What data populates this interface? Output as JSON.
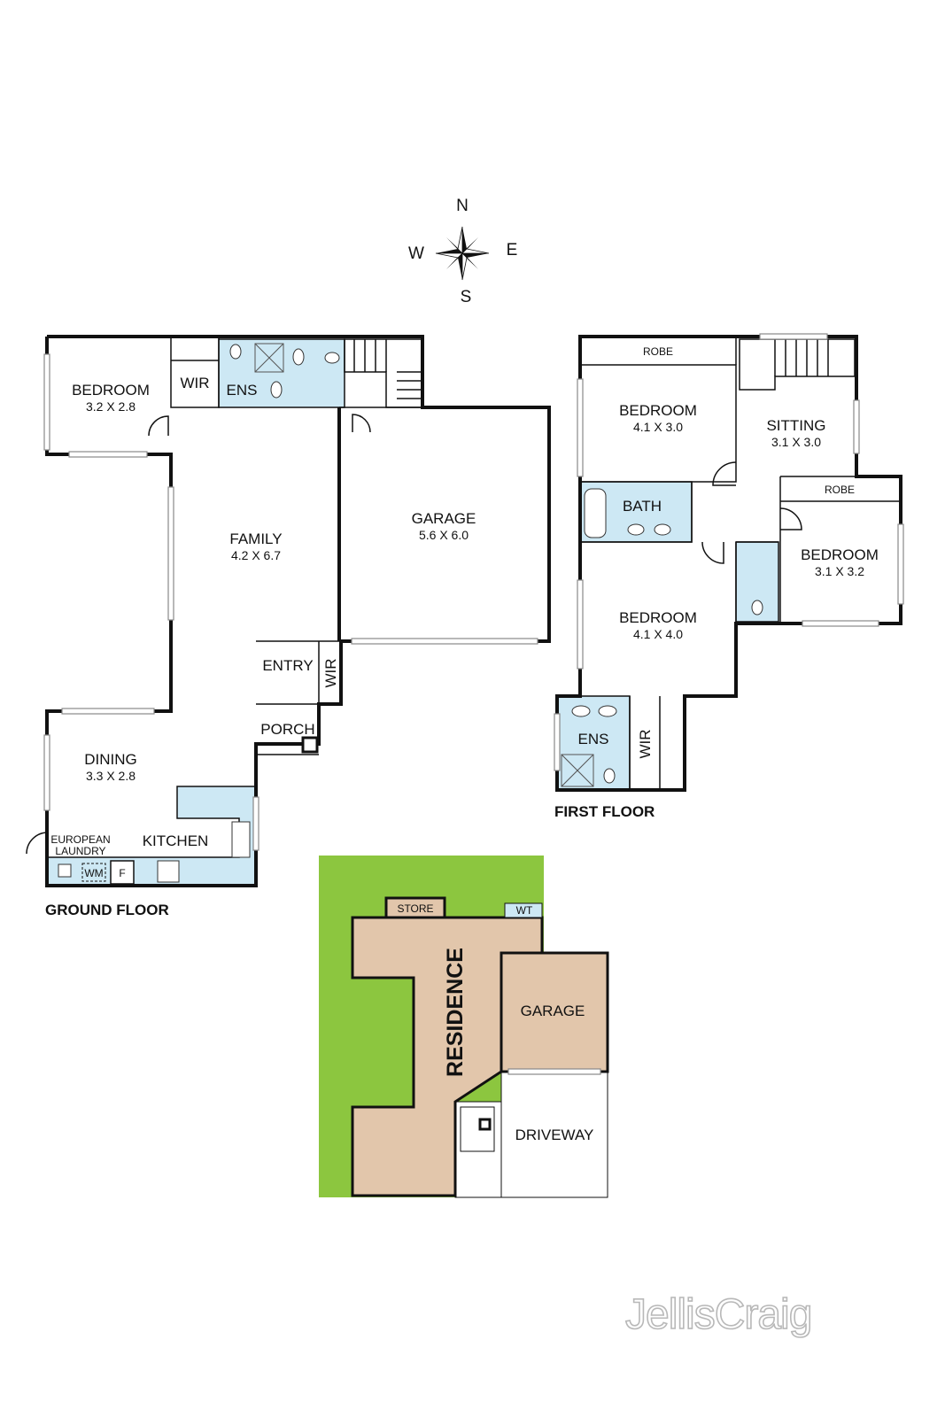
{
  "compass": {
    "north": "N",
    "south": "S",
    "east": "E",
    "west": "W"
  },
  "ground_floor": {
    "title": "GROUND FLOOR",
    "bedroom": {
      "name": "BEDROOM",
      "size": "3.2 X 2.8"
    },
    "wir": "WIR",
    "ens": "ENS",
    "family": {
      "name": "FAMILY",
      "size": "4.2 X 6.7"
    },
    "garage": {
      "name": "GARAGE",
      "size": "5.6 X 6.0"
    },
    "entry": "ENTRY",
    "entry_wir": "WIR",
    "porch": "PORCH",
    "dining": {
      "name": "DINING",
      "size": "3.3 X 2.8"
    },
    "kitchen": "KITCHEN",
    "laundry_line1": "EUROPEAN",
    "laundry_line2": "LAUNDRY",
    "wm": "WM",
    "fridge": "F"
  },
  "first_floor": {
    "title": "FIRST FLOOR",
    "robe_top": "ROBE",
    "bedroom1": {
      "name": "BEDROOM",
      "size": "4.1 X 3.0"
    },
    "sitting": {
      "name": "SITTING",
      "size": "3.1 X 3.0"
    },
    "robe_right": "ROBE",
    "bath": "BATH",
    "bedroom2": {
      "name": "BEDROOM",
      "size": "3.1 X 3.2"
    },
    "bedroom3": {
      "name": "BEDROOM",
      "size": "4.1 X 4.0"
    },
    "ens": "ENS",
    "wir": "WIR"
  },
  "site_plan": {
    "store": "STORE",
    "wt": "WT",
    "residence": "RESIDENCE",
    "garage": "GARAGE",
    "driveway": "DRIVEWAY"
  },
  "brand": {
    "name": "JellisCraig"
  },
  "colors": {
    "wet_area": "#cde8f4",
    "lawn": "#8cc63f",
    "residence": "#e2c6ab"
  }
}
